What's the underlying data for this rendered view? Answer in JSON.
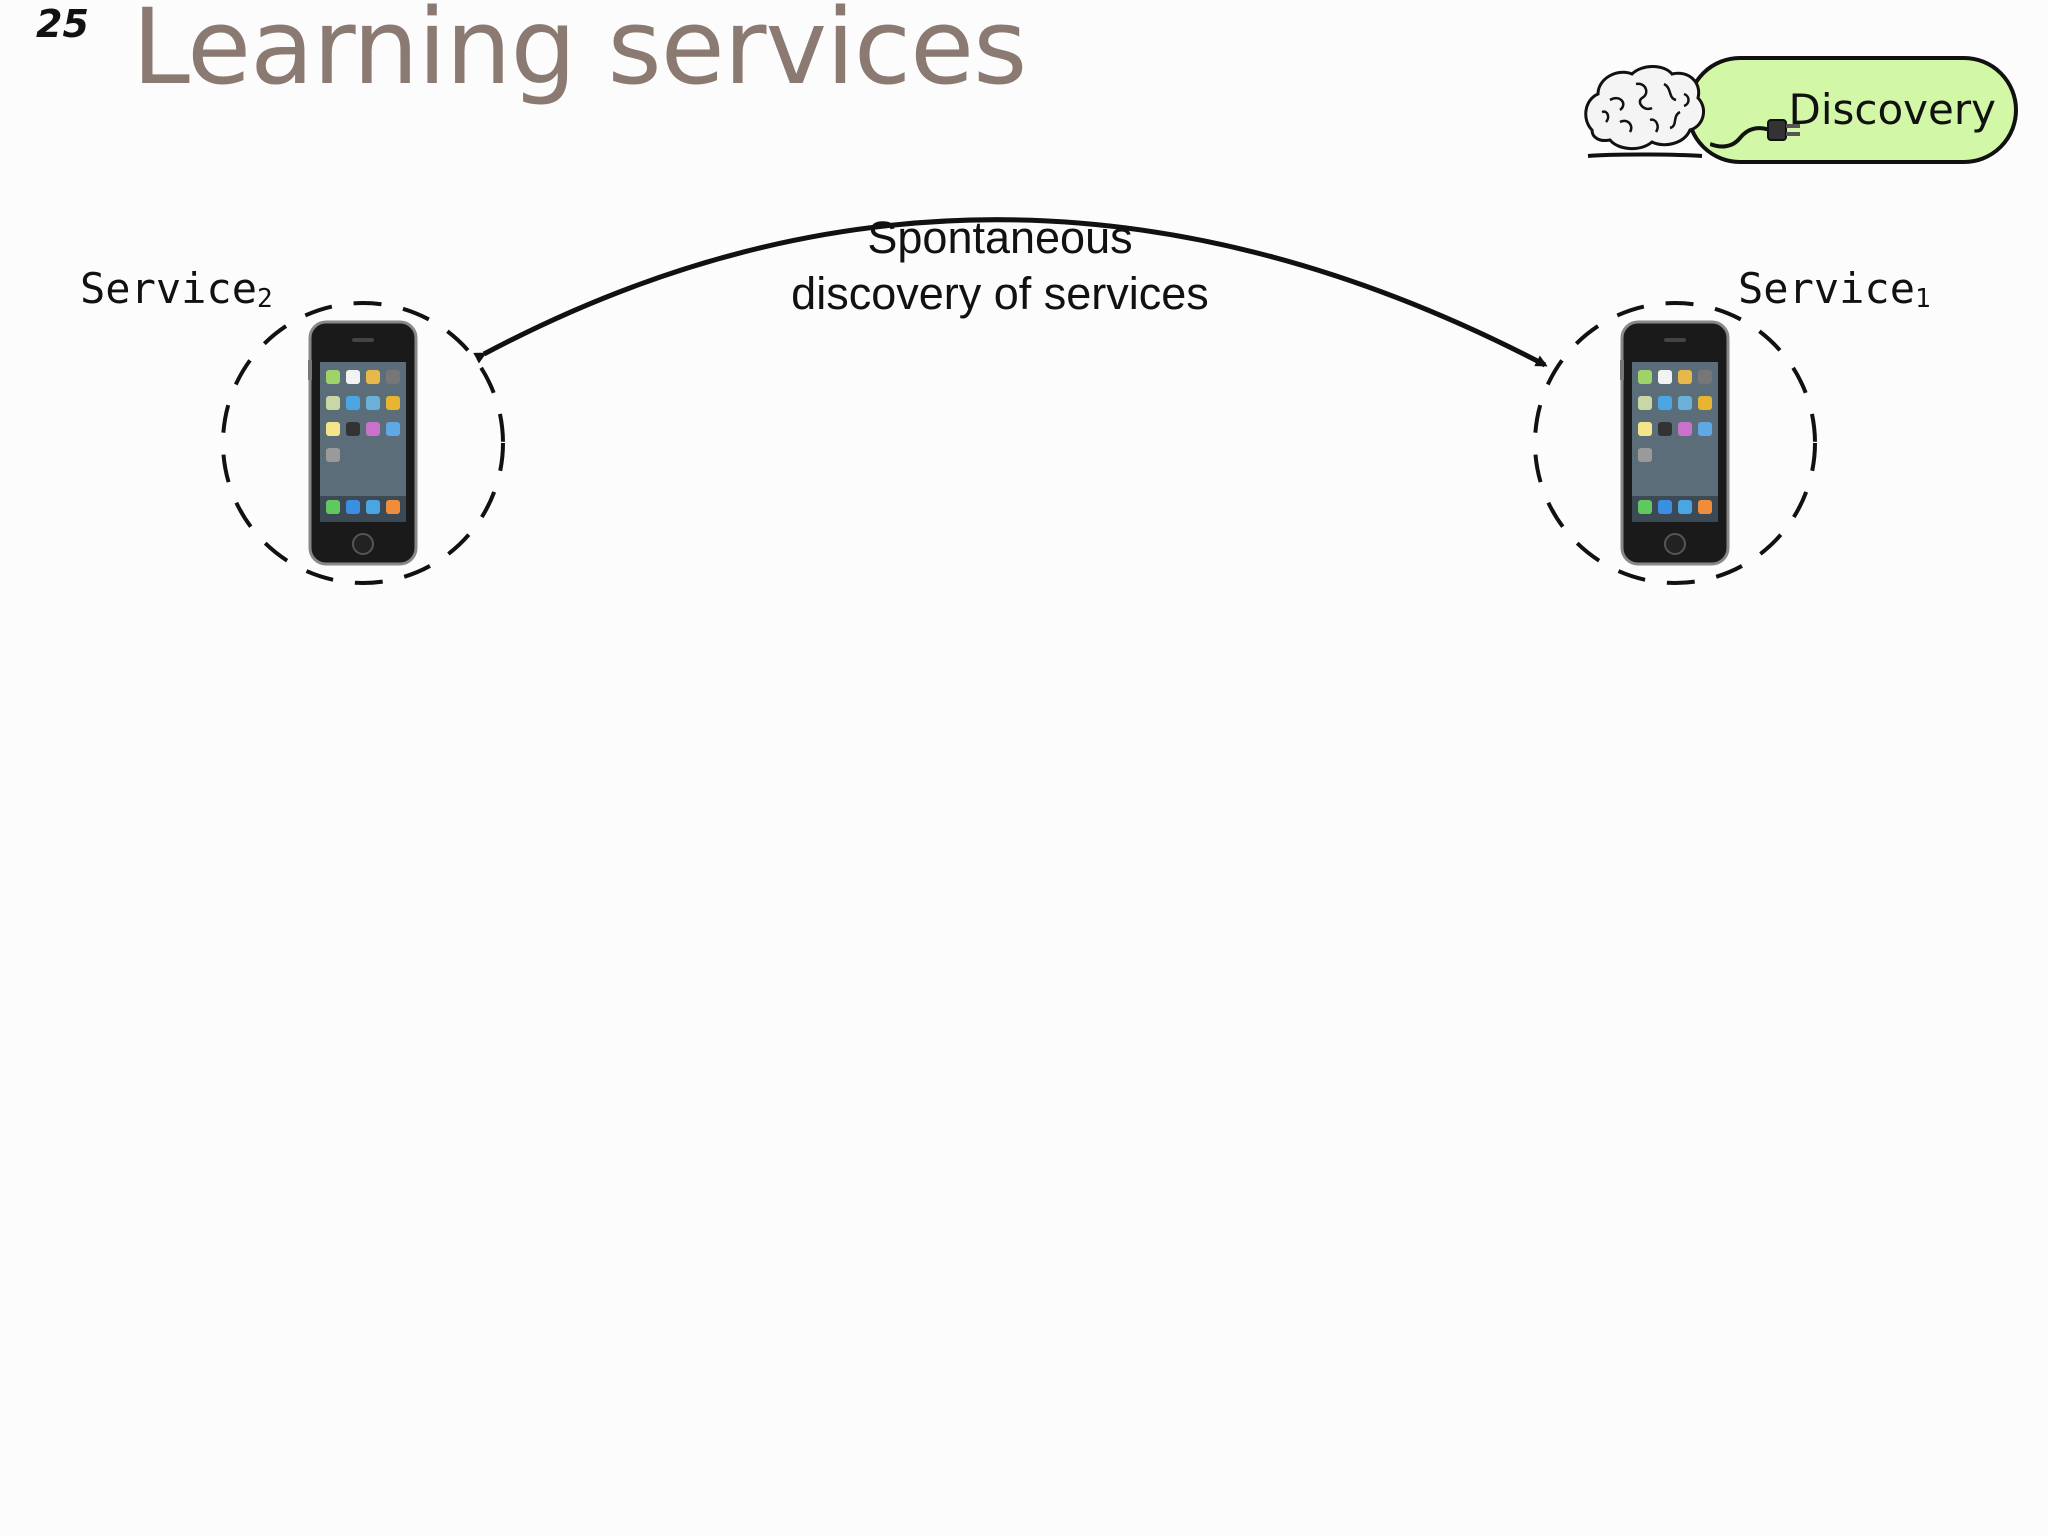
{
  "slide": {
    "number": "25",
    "title": "Learning services"
  },
  "badge": {
    "label": "Discovery",
    "fill_color": "#d2f7a6",
    "icons": [
      "brain-icon",
      "plug-icon"
    ]
  },
  "diagram": {
    "arc_label_line1": "Spontaneous",
    "arc_label_line2": "discovery of services",
    "service_left": {
      "name": "Service",
      "subscript": "2"
    },
    "service_right": {
      "name": "Service",
      "subscript": "1"
    },
    "device_icon": "smartphone-icon"
  },
  "colors": {
    "title": "#8a7a72",
    "background": "#fdfcfd"
  }
}
